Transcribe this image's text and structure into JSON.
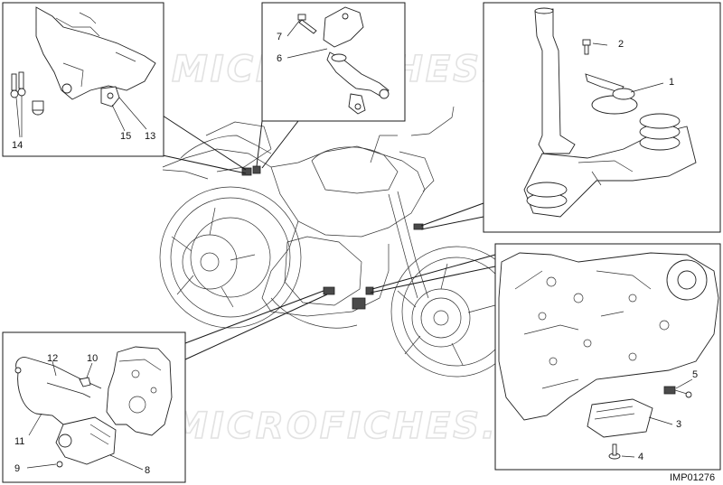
{
  "diagram_code": "IMP01276",
  "watermarks": [
    "MICROFICHES.NET",
    "MICROFICHES.NET"
  ],
  "callouts": {
    "c1": "1",
    "c2": "2",
    "c3": "3",
    "c4": "4",
    "c5": "5",
    "c6": "6",
    "c7": "7",
    "c8": "8",
    "c9": "9",
    "c10": "10",
    "c11": "11",
    "c12": "12",
    "c13": "13",
    "c14": "14",
    "c15": "15"
  }
}
